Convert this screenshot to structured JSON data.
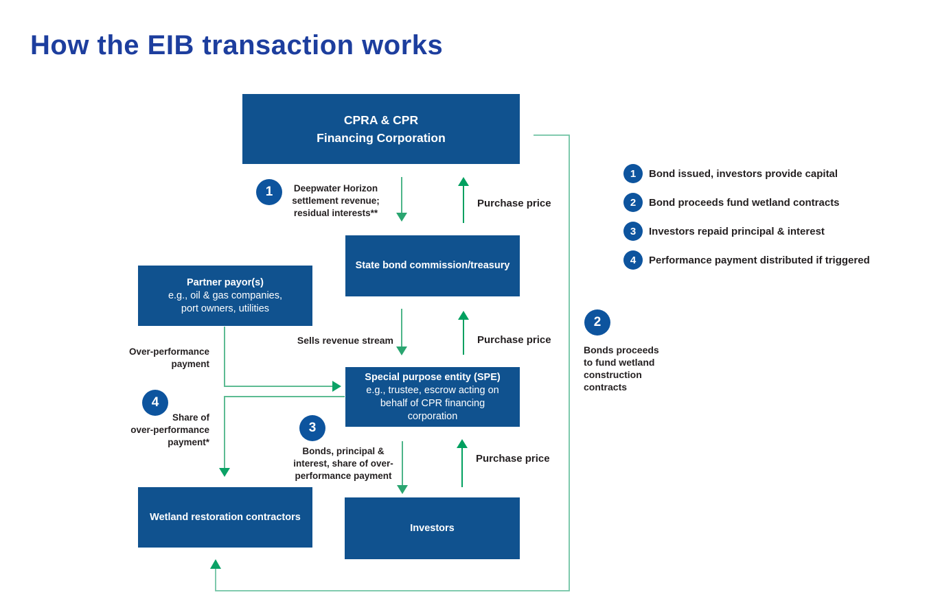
{
  "title": "How the EIB transaction works",
  "colors": {
    "title_blue": "#1d3e9e",
    "box_blue": "#10528f",
    "circle_blue": "#0d549e",
    "arrow_green_dark": "#00a05f",
    "arrow_green_light": "#4cb488",
    "loop_green_light": "#6fc3a3",
    "text_dark": "#231f20"
  },
  "boxes": {
    "cpra": {
      "line1": "CPRA & CPR",
      "line2": "Financing Corporation"
    },
    "state_bond": {
      "label": "State bond commission/treasury"
    },
    "partner": {
      "title": "Partner payor(s)",
      "line2": "e.g., oil & gas companies,",
      "line3": "port owners, utilities"
    },
    "spe": {
      "title": "Special purpose entity (SPE)",
      "line2": "e.g., trustee, escrow acting on",
      "line3": "behalf of CPR financing",
      "line4": "corporation"
    },
    "wetland": {
      "label": "Wetland restoration contractors"
    },
    "investors": {
      "label": "Investors"
    }
  },
  "flow_labels": {
    "deepwater": [
      "Deepwater Horizon",
      "settlement revenue;",
      "residual interests**"
    ],
    "purchase_price_top": "Purchase price",
    "sells_revenue_stream": "Sells revenue stream",
    "purchase_price_mid": "Purchase price",
    "over_performance": [
      "Over-performance",
      "payment"
    ],
    "share_over_performance": [
      "Share of",
      "over-performance",
      "payment*"
    ],
    "bonds_principal": [
      "Bonds, principal &",
      "interest, share of over-",
      "performance payment"
    ],
    "purchase_price_bottom": "Purchase price"
  },
  "step_markers": {
    "s1": "1",
    "s2": "2",
    "s3": "3",
    "s4": "4"
  },
  "callout2": {
    "num": "2",
    "lines": [
      "Bonds proceeds",
      "to fund wetland",
      "construction",
      "contracts"
    ]
  },
  "legend": [
    {
      "num": "1",
      "text": "Bond issued, investors provide capital"
    },
    {
      "num": "2",
      "text": "Bond proceeds fund wetland contracts"
    },
    {
      "num": "3",
      "text": "Investors repaid principal & interest"
    },
    {
      "num": "4",
      "text": "Performance payment distributed if triggered"
    }
  ]
}
